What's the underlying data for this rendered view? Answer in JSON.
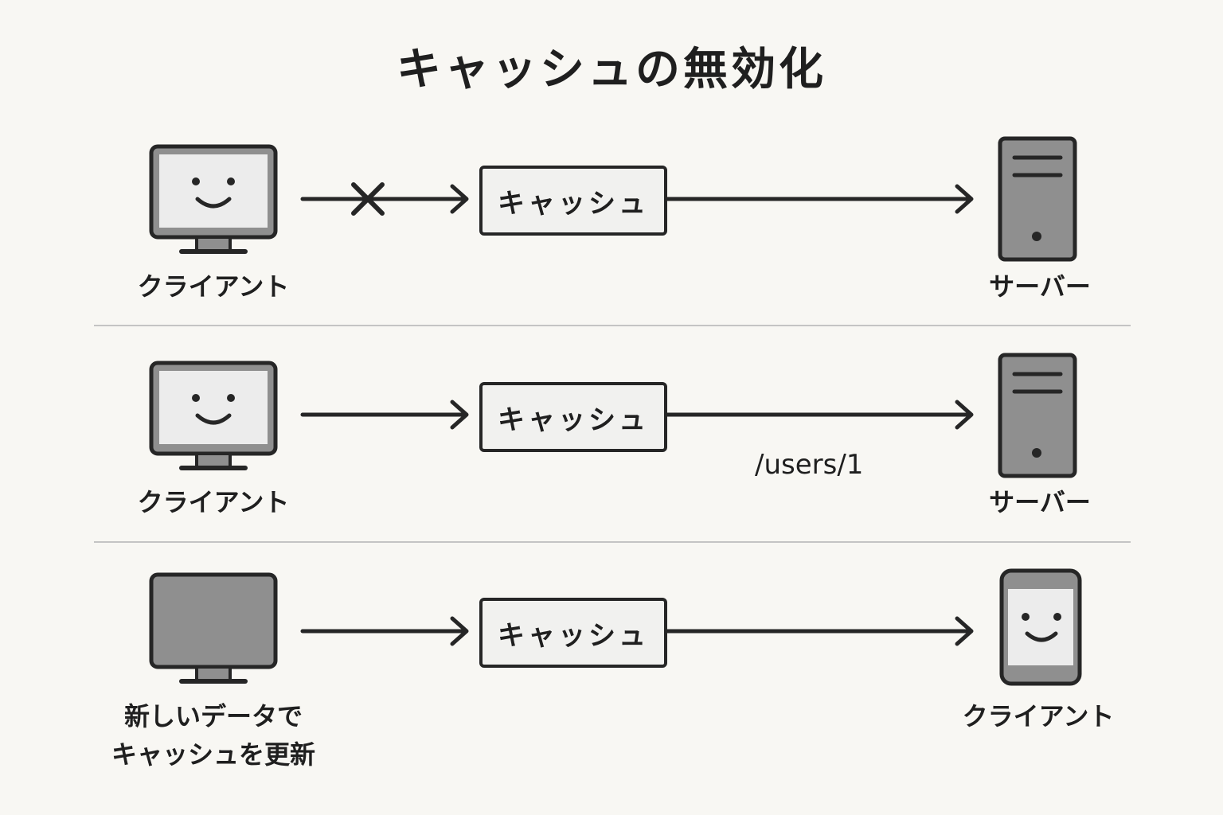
{
  "title": "キャッシュの無効化",
  "rows": [
    {
      "left_label": "クライアント",
      "cache_label": "キャッシュ",
      "right_label": "サーバー",
      "blocked": true
    },
    {
      "left_label": "クライアント",
      "cache_label": "キャッシュ",
      "right_label": "サーバー",
      "path_label": "/users/1"
    },
    {
      "left_label_line1": "新しいデータで",
      "left_label_line2": "キャッシュを更新",
      "cache_label": "キャッシュ",
      "right_label": "クライアント"
    }
  ],
  "colors": {
    "background": "#f8f7f3",
    "stroke": "#262626",
    "screen_light": "#ececec",
    "device_fill": "#8f8f8f",
    "divider": "#c4c4c4"
  },
  "icons": {
    "row1_left": "monitor-smiley-icon",
    "row1_block": "x-mark-icon",
    "row1_right": "server-tower-icon",
    "row2_left": "monitor-smiley-icon",
    "row2_right": "server-tower-icon",
    "row3_left": "monitor-blank-icon",
    "row3_right": "phone-smiley-icon"
  }
}
